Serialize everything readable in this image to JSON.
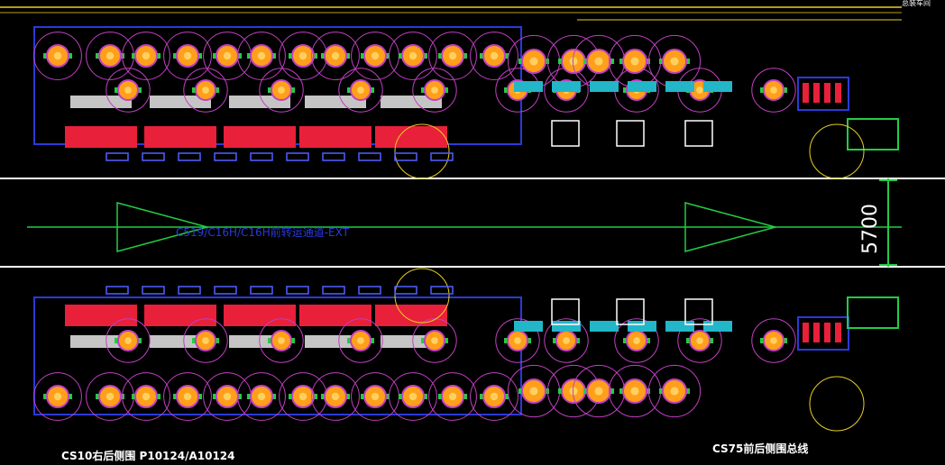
{
  "drawing": {
    "aisle_label": "C519/C16H/C16H前转运通道-EXT",
    "dimension_label": "5700",
    "bottom_left_label": "CS10右后侧围 P10124/A10124",
    "bottom_right_label": "CS75前后侧围总线",
    "top_right_label": "总装车间"
  },
  "colors": {
    "background": "#000000",
    "robot_body": "#ff9f1a",
    "robot_outline": "#c040c0",
    "fixture_red": "#e8203a",
    "fixture_blue": "#2a3ad8",
    "fixture_cyan": "#22b6c8",
    "reach_circle": "#c040c0",
    "guide_line": "#22cc44",
    "yellow_line": "#e8d020",
    "arrow_green": "#22cc44",
    "aisle_white": "#ffffff"
  }
}
